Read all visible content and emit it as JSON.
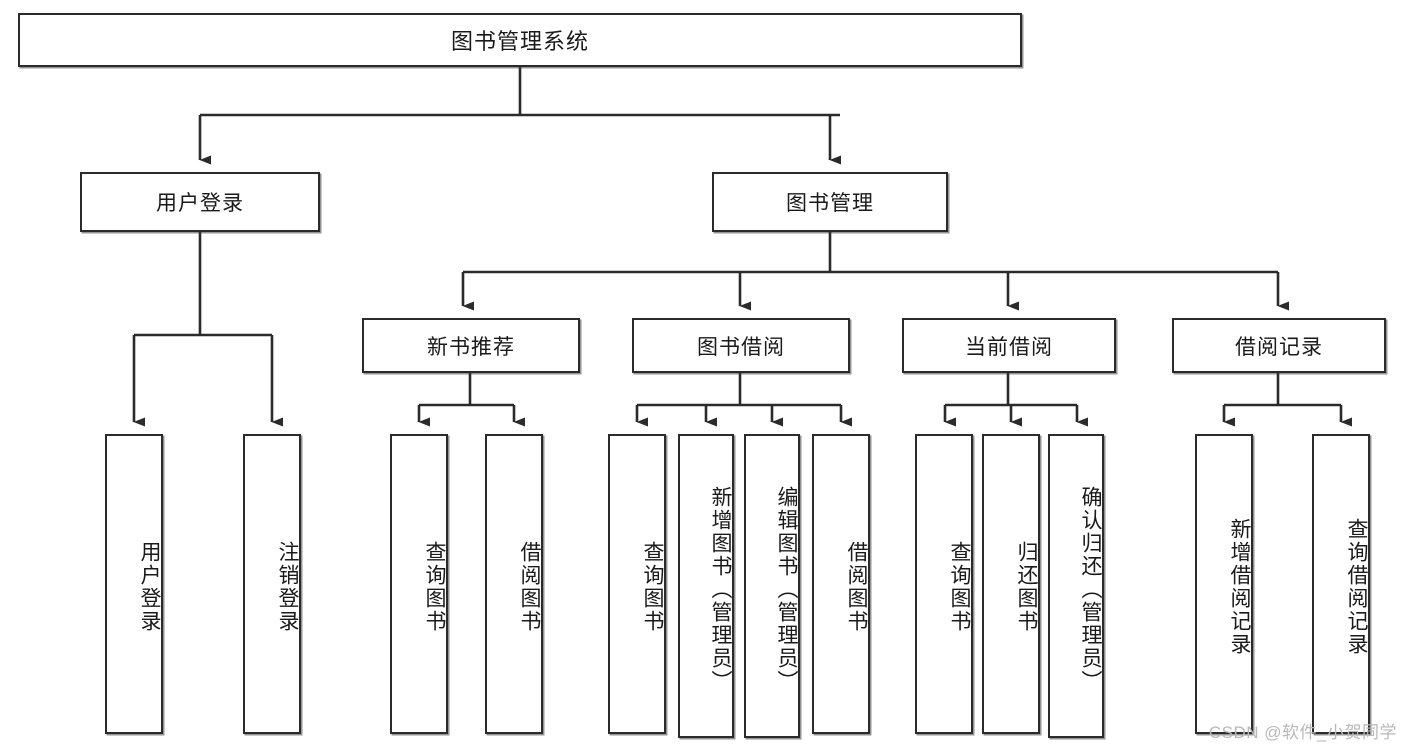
{
  "diagram": {
    "title": "图书管理系统",
    "type": "tree",
    "stroke_color": "#2b2b2b",
    "fill_color": "#ffffff",
    "text_color": "#1a1a1a",
    "watermark": "CSDN @软件_小贺同学"
  },
  "root": {
    "label": "图书管理系统"
  },
  "level2": [
    {
      "label": "用户登录"
    },
    {
      "label": "图书管理"
    }
  ],
  "level3": [
    {
      "label": "新书推荐"
    },
    {
      "label": "图书借阅"
    },
    {
      "label": "当前借阅"
    },
    {
      "label": "借阅记录"
    }
  ],
  "leaves": {
    "user_login": [
      {
        "label": "用户登录"
      },
      {
        "label": "注销登录"
      }
    ],
    "new_book_recommend": [
      {
        "label": "查询图书"
      },
      {
        "label": "借阅图书"
      }
    ],
    "book_borrow": [
      {
        "label": "查询图书"
      },
      {
        "label": "新增图书（管理员）"
      },
      {
        "label": "编辑图书（管理员）"
      },
      {
        "label": "借阅图书"
      }
    ],
    "current_borrow": [
      {
        "label": "查询图书"
      },
      {
        "label": "归还图书"
      },
      {
        "label": "确认归还（管理员）"
      }
    ],
    "borrow_record": [
      {
        "label": "新增借阅记录"
      },
      {
        "label": "查询借阅记录"
      }
    ]
  }
}
